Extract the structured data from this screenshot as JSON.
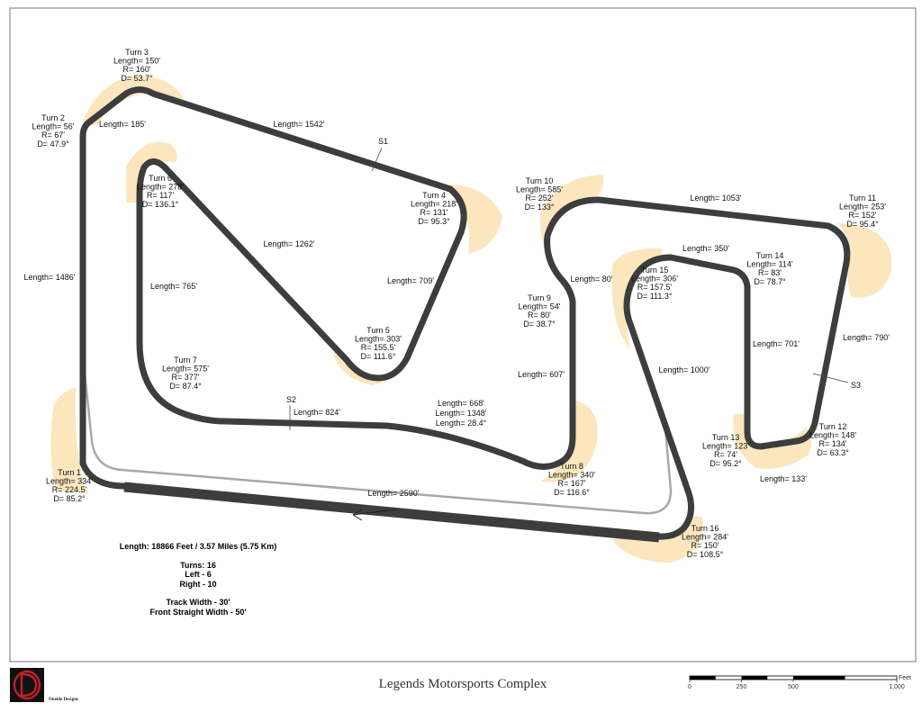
{
  "map_title": "Legends Motorsports Complex",
  "brand_name": "Oneide Designs",
  "brand_color": "#c0202a",
  "track_color": "#3d3d3d",
  "turn_highlight_color": "#fbe6be",
  "inner_loop_color": "#a8a8a8",
  "turns": [
    {
      "label": "Turn 1",
      "length": "Length= 334'",
      "radius": "R= 224.5'",
      "degrees": "D= 85.2°"
    },
    {
      "label": "Turn 2",
      "length": "Length= 56'",
      "radius": "R= 67'",
      "degrees": "D= 47.9°"
    },
    {
      "label": "Turn 3",
      "length": "Length= 150'",
      "radius": "R= 160'",
      "degrees": "D= 53.7°"
    },
    {
      "label": "Turn 4",
      "length": "Length= 218'",
      "radius": "R= 131'",
      "degrees": "D= 95.3°"
    },
    {
      "label": "Turn 5",
      "length": "Length= 303'",
      "radius": "R= 155.5'",
      "degrees": "D= 111.6°"
    },
    {
      "label": "Turn 6",
      "length": "Length= 278'",
      "radius": "R= 117'",
      "degrees": "D= 136.1°"
    },
    {
      "label": "Turn 7",
      "length": "Length= 575'",
      "radius": "R= 377'",
      "degrees": "D= 87.4°"
    },
    {
      "label": "Turn 8",
      "length": "Length= 340'",
      "radius": "R= 167'",
      "degrees": "D= 116.6°"
    },
    {
      "label": "Turn 9",
      "length": "Length= 54'",
      "radius": "R= 80'",
      "degrees": "D= 38.7°"
    },
    {
      "label": "Turn 10",
      "length": "Length= 585'",
      "radius": "R= 252'",
      "degrees": "D= 133°"
    },
    {
      "label": "Turn 11",
      "length": "Length= 253'",
      "radius": "R= 152'",
      "degrees": "D= 95.4°"
    },
    {
      "label": "Turn 12",
      "length": "Length= 148'",
      "radius": "R= 134'",
      "degrees": "D= 63.3°"
    },
    {
      "label": "Turn 13",
      "length": "Length= 123'",
      "radius": "R= 74'",
      "degrees": "D= 95.2°"
    },
    {
      "label": "Turn 14",
      "length": "Length= 114'",
      "radius": "R= 83'",
      "degrees": "D= 78.7°"
    },
    {
      "label": "Turn 15",
      "length": "Length= 306'",
      "radius": "R= 157.5'",
      "degrees": "D= 111.3°"
    },
    {
      "label": "Turn 16",
      "length": "Length= 284'",
      "radius": "R= 150'",
      "degrees": "D= 108.5°"
    }
  ],
  "segments": [
    "Length= 185'",
    "Length= 1542'",
    "Length= 1486'",
    "Length= 765'",
    "Length= 1262'",
    "Length= 709'",
    "Length= 824'",
    "Length= 668'",
    "Length= 1348'",
    "Length= 28.4°",
    "Length= 607'",
    "Length= 80'",
    "Length= 1053'",
    "Length= 350'",
    "Length= 790'",
    "Length= 701'",
    "Length= 1000'",
    "Length= 133'",
    "Length= 2590'"
  ],
  "sectors": [
    "S1",
    "S2",
    "S3"
  ],
  "summary": {
    "length": "Length: 18866 Feet / 3.57 Miles (5.75 Km)",
    "turns": "Turns: 16",
    "left": "Left - 6",
    "right": "Right - 10",
    "track_width": "Track Width - 30'",
    "front_straight_width": "Front Straight Width - 50'"
  },
  "scale_bar": {
    "unit": "Feet",
    "ticks": [
      "0",
      "250",
      "500",
      "1,000"
    ]
  }
}
